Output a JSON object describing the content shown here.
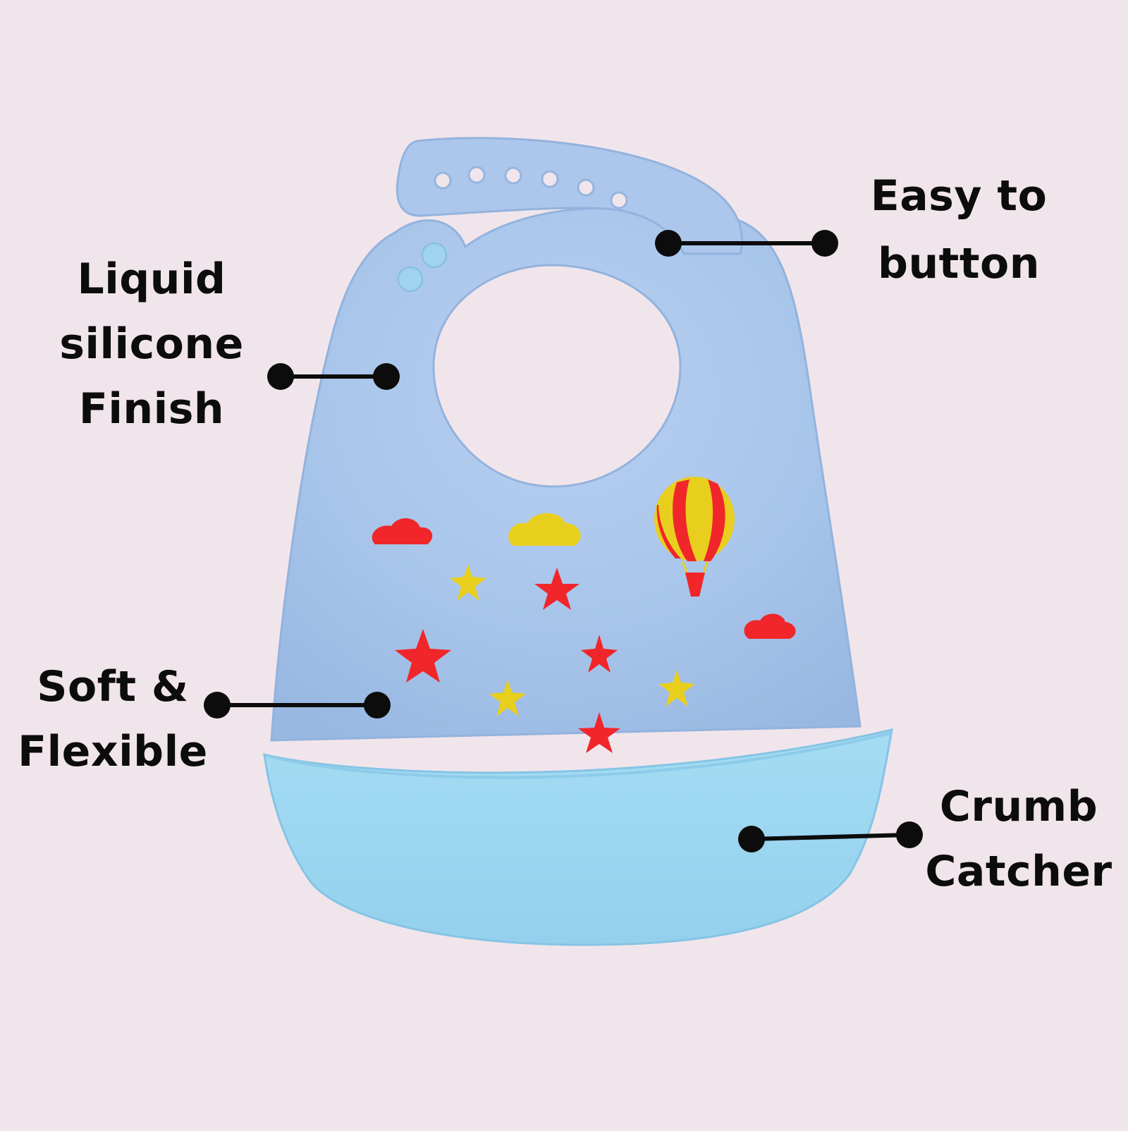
{
  "image": {
    "subject": "silicone-baby-bib",
    "colors": {
      "background": "#f1e5ec",
      "bib": "#a9c8ec",
      "bib_edge": "#9bbde3",
      "pocket": "#9ed7f0",
      "pocket_shadow": "#8ccae6",
      "pattern_red": "#f0262a",
      "pattern_yellow": "#e9cf1d",
      "callout_ink": "#0c0c0c"
    }
  },
  "callouts": {
    "easy_to_button": {
      "line1": "Easy to",
      "line2": "button"
    },
    "liquid_silicone": {
      "line1": "Liquid",
      "line2": "silicone",
      "line3": "Finish"
    },
    "soft_flexible": {
      "line1": "Soft &",
      "line2": "Flexible"
    },
    "crumb_catcher": {
      "line1": "Crumb",
      "line2": "Catcher"
    }
  }
}
